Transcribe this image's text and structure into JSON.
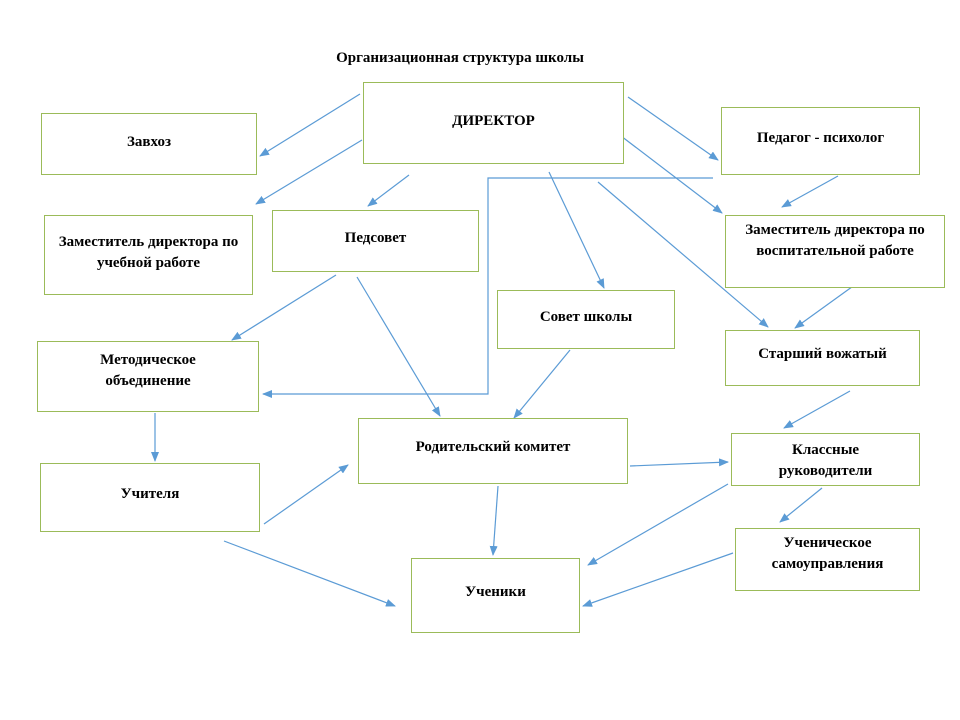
{
  "title": "Организационная структура школы",
  "colors": {
    "box_border": "#9bbb59",
    "arrow": "#5b9bd5"
  },
  "nodes": {
    "director": "ДИРЕКТОР",
    "zavhoz": "Завхоз",
    "psychologist": "Педагог - психолог",
    "deputy_study": "Заместитель директора по учебной работе",
    "pedsovet": "Педсовет",
    "deputy_upbringing": "Заместитель директора по воспитательной работе",
    "school_council": "Совет школы",
    "method_union": "Методическое объединение",
    "senior_leader": "Старший вожатый",
    "parent_committee": "Родительский комитет",
    "teachers": "Учителя",
    "class_teachers": "Классные руководители",
    "student_government": "Ученическое самоуправления",
    "students": "Ученики"
  }
}
